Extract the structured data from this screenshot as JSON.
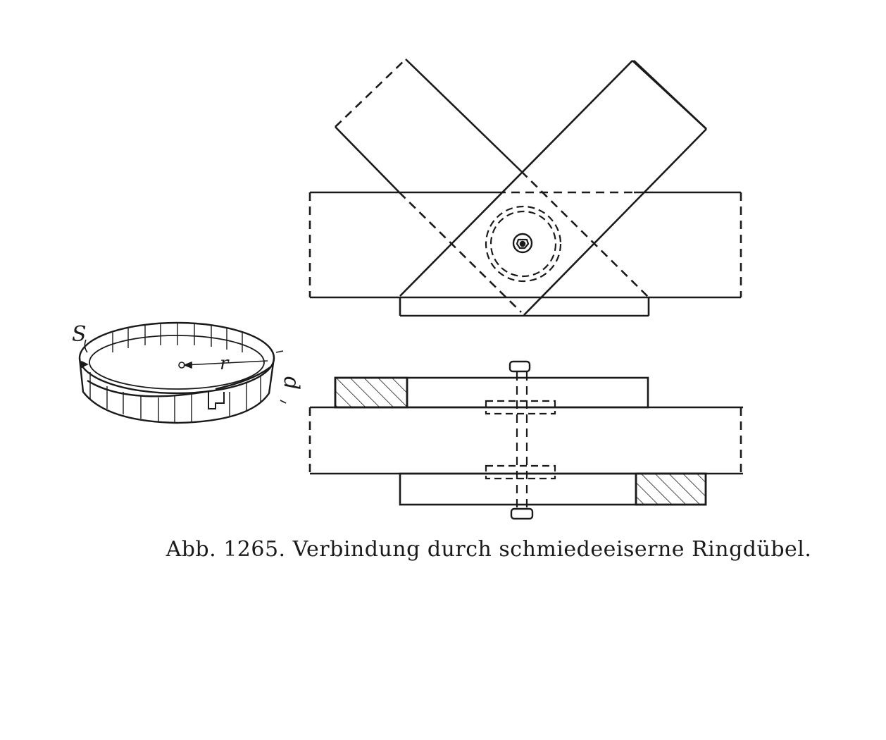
{
  "caption": "Abb. 1265. Verbindung durch schmiedeeiserne Ringdübel.",
  "ring_labels": {
    "s": "S",
    "r": "r",
    "d": "d"
  },
  "colors": {
    "ink": "#1a1a1a",
    "paper": "#ffffff"
  }
}
